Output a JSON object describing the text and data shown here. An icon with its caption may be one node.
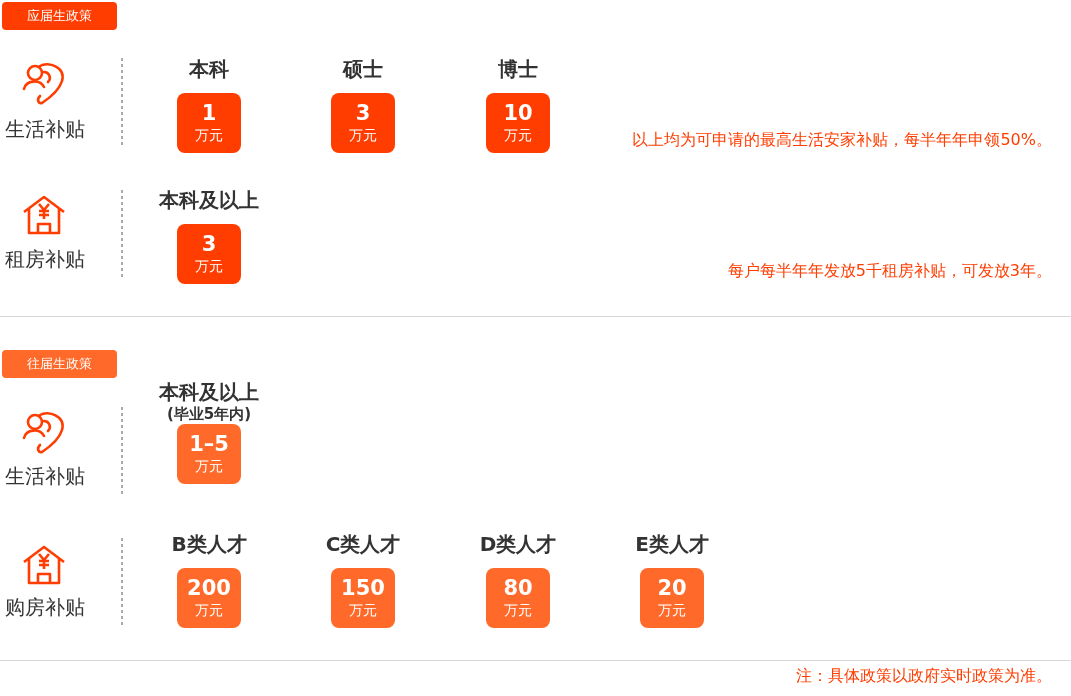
{
  "diagram": {
    "nodes": [
      {
        "text": [
          "应届生政策"
        ]
      },
      {
        "text": [
          "本科",
          "1",
          "万元"
        ]
      },
      {
        "text": [
          "硕士",
          "3",
          "万元"
        ]
      },
      {
        "text": [
          "博士",
          "10",
          "万元"
        ]
      },
      {
        "text": [
          "本科及以上",
          "3",
          "万元"
        ]
      },
      {
        "text": [
          "往届生政策"
        ]
      },
      {
        "text": [
          "本科及以上",
          "(毕业5年内)",
          "1–5",
          "万元"
        ]
      },
      {
        "text": [
          "B类人才",
          "200",
          "万元"
        ]
      },
      {
        "text": [
          "C类人才",
          "150",
          "万元"
        ]
      },
      {
        "text": [
          "D类人才",
          "80",
          "万元"
        ]
      },
      {
        "text": [
          "E类人才",
          "20",
          "万元"
        ]
      }
    ],
    "labels": [
      "生活补贴",
      "以上均为可申请的最高生活安家补贴，每半年年申领50%。",
      "租房补贴",
      "每户每半年年发放5千租房补贴，可发放3年。",
      "生活补贴",
      "购房补贴",
      "注：具体政策以政府实时政策为准。"
    ]
  }
}
